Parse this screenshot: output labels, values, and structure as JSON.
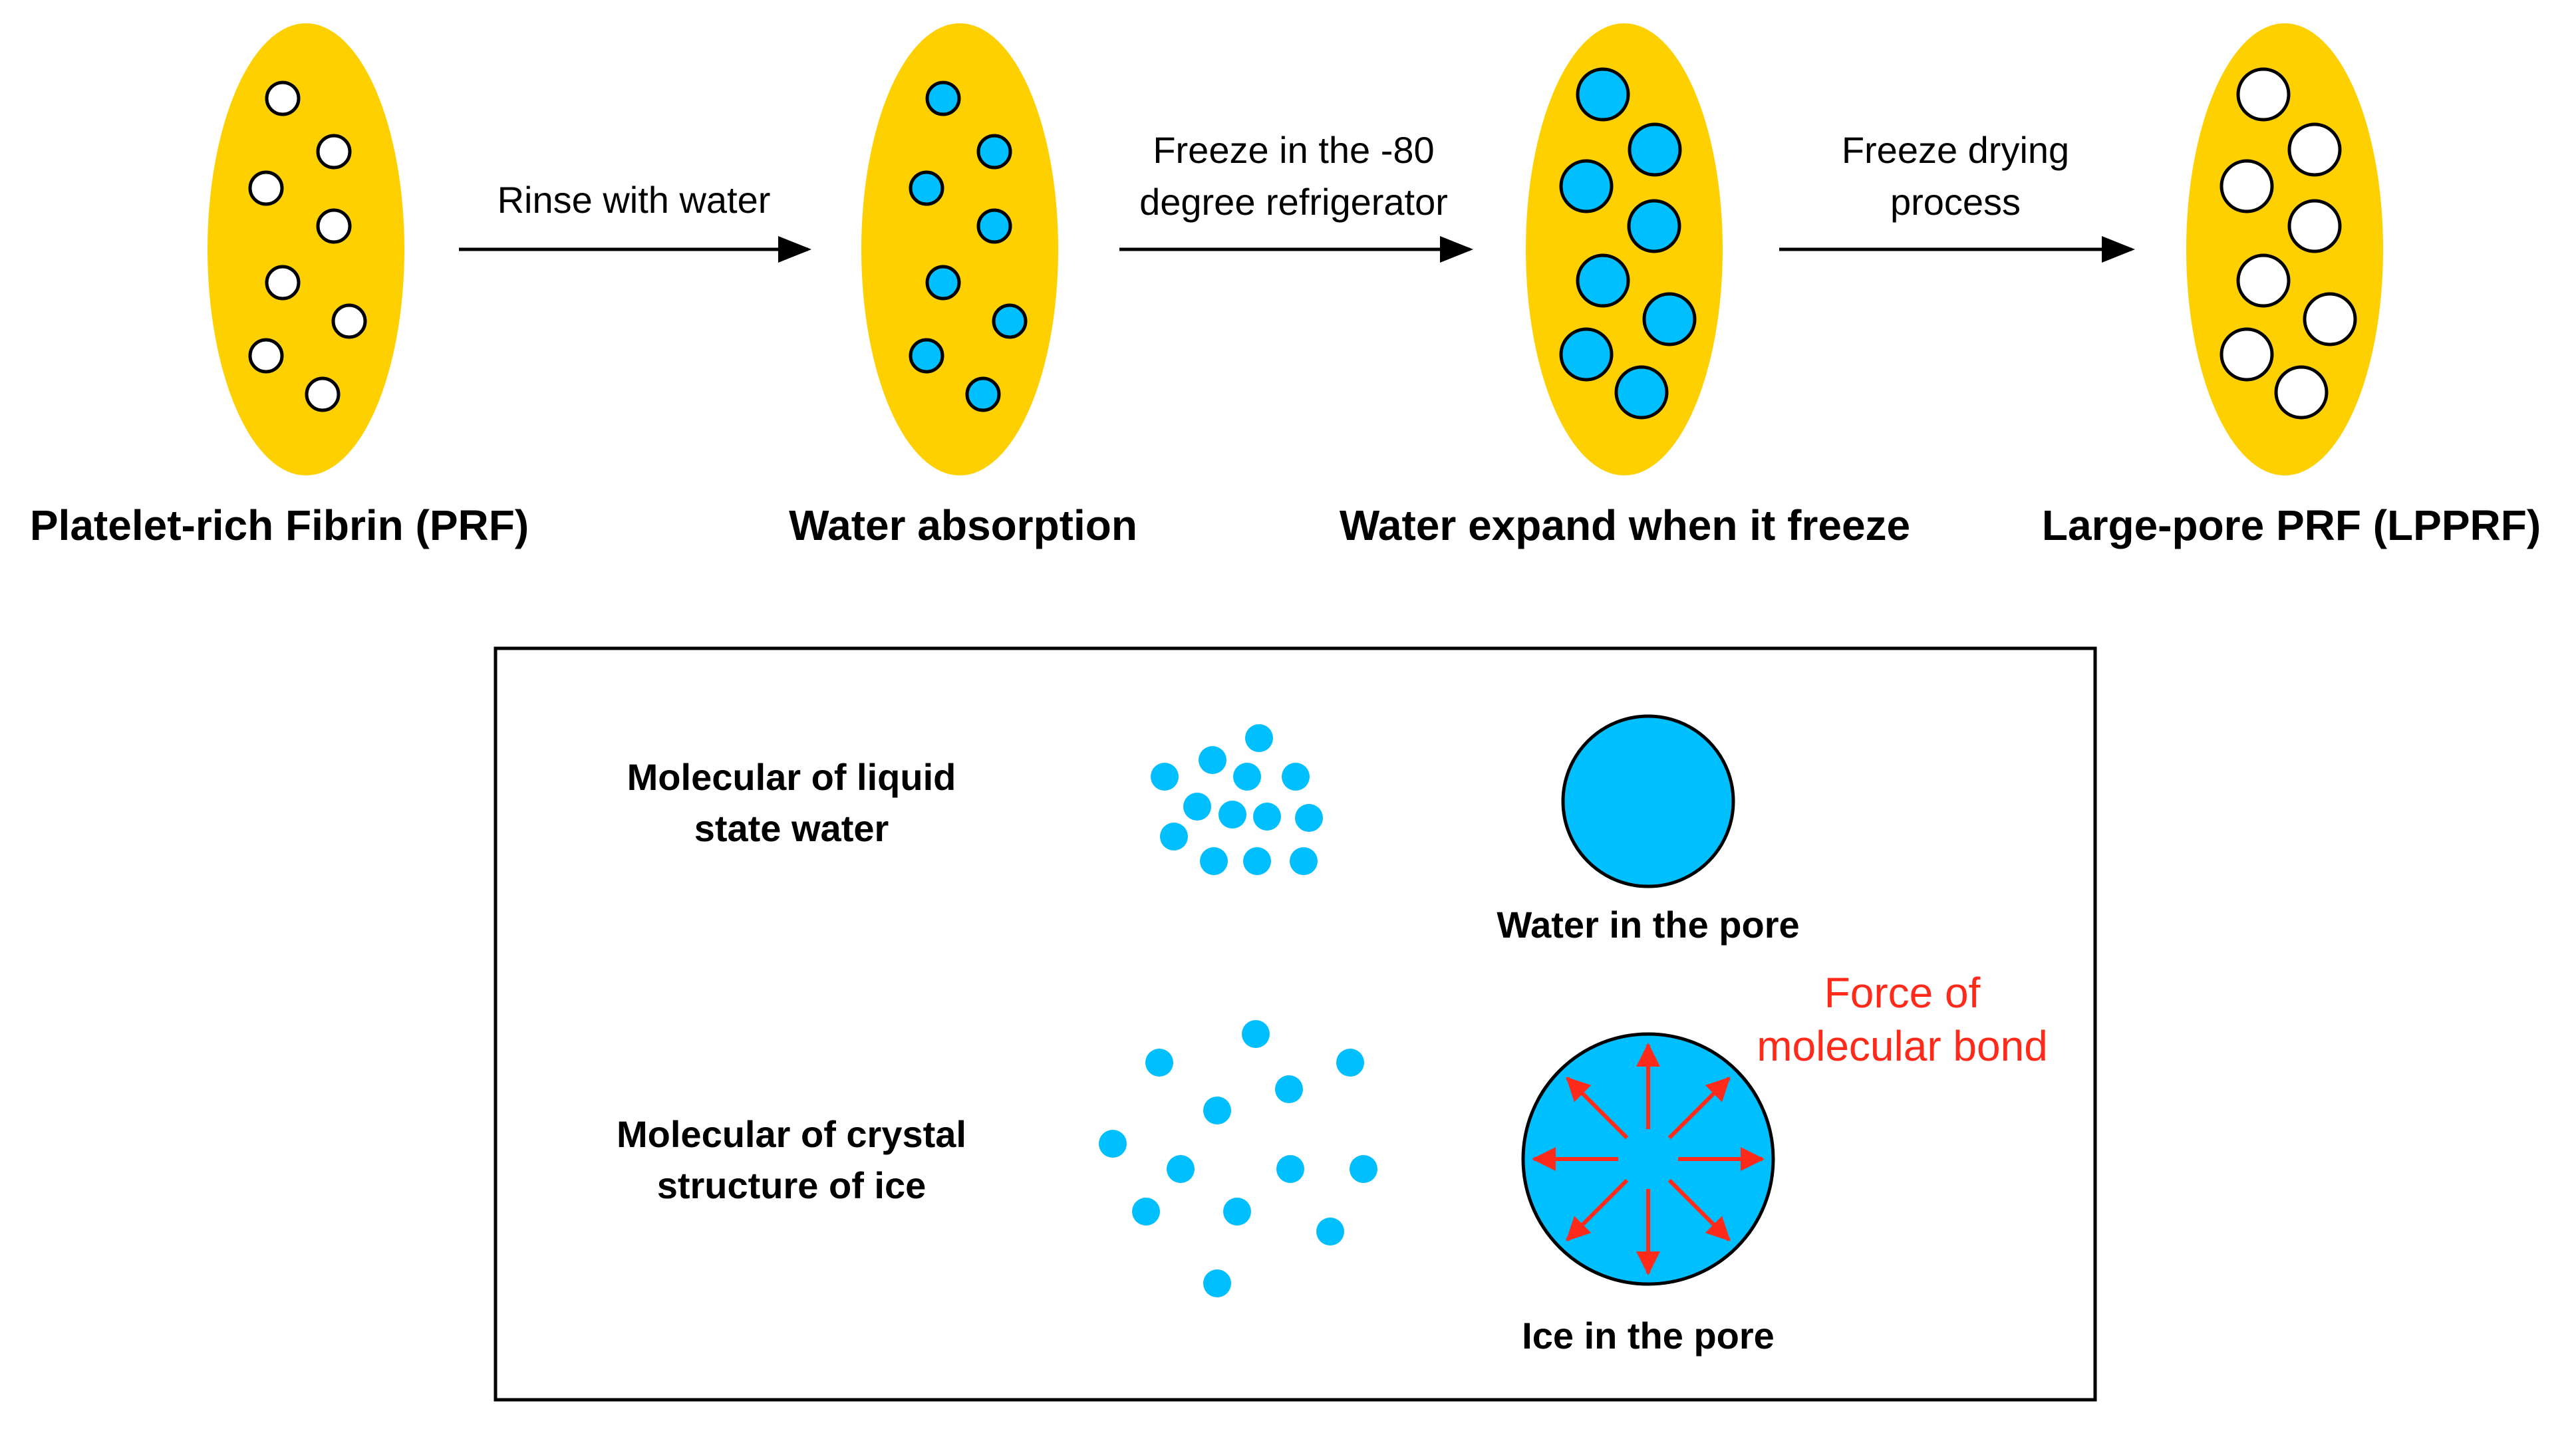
{
  "colors": {
    "body_fill": "#FFD000",
    "water_blue": "#00BFFF",
    "pore_white": "#FFFFFF",
    "outline": "#000000",
    "force_red": "#FF2A1A"
  },
  "stages": [
    {
      "label": "Platelet-rich Fibrin (PRF)",
      "pore_state": "empty"
    },
    {
      "label": "Water absorption",
      "pore_state": "water"
    },
    {
      "label": "Water expand when it freeze",
      "pore_state": "ice"
    },
    {
      "label": "Large-pore PRF (LPPRF)",
      "pore_state": "empty-large"
    }
  ],
  "steps": [
    {
      "lines": [
        "Rinse with water"
      ]
    },
    {
      "lines": [
        "Freeze in the -80",
        "degree refrigerator"
      ]
    },
    {
      "lines": [
        "Freeze drying",
        "process"
      ]
    }
  ],
  "legend": {
    "liquid_label_lines": [
      "Molecular of liquid",
      "state water"
    ],
    "ice_label_lines": [
      "Molecular of crystal",
      "structure of ice"
    ],
    "water_pore_label": "Water in the pore",
    "ice_pore_label": "Ice in the pore",
    "force_label_lines": [
      "Force of",
      "molecular bond"
    ]
  }
}
